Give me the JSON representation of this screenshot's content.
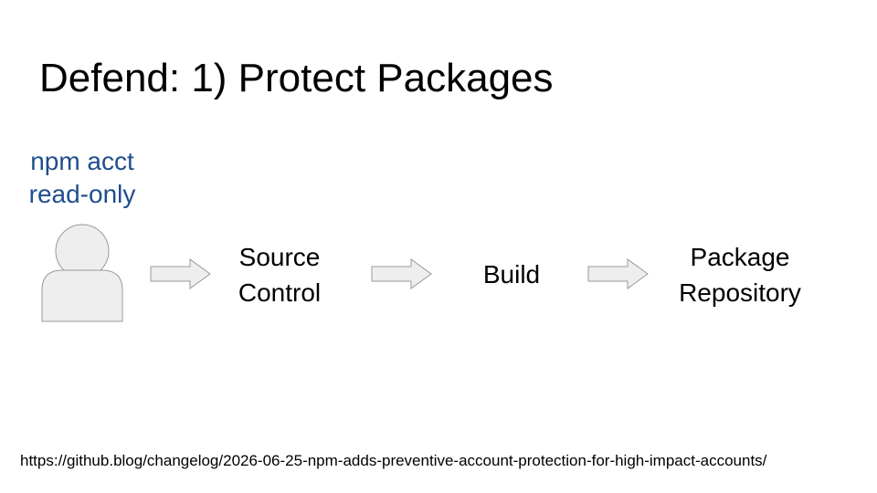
{
  "title": "Defend: 1) Protect Packages",
  "actor": {
    "label_line1": "npm acct",
    "label_line2": "read-only",
    "label_color": "#1f4e8c",
    "icon": "person-icon"
  },
  "flow": {
    "steps": [
      {
        "line1": "Source",
        "line2": "Control"
      },
      {
        "line1": "Build"
      },
      {
        "line1": "Package",
        "line2": "Repository"
      }
    ],
    "arrow_icon": "right-arrow-icon",
    "shape_fill": "#eeeeee",
    "shape_stroke": "#999999"
  },
  "footer": {
    "url": "https://github.blog/changelog/2026-06-25-npm-adds-preventive-account-protection-for-high-impact-accounts/"
  }
}
